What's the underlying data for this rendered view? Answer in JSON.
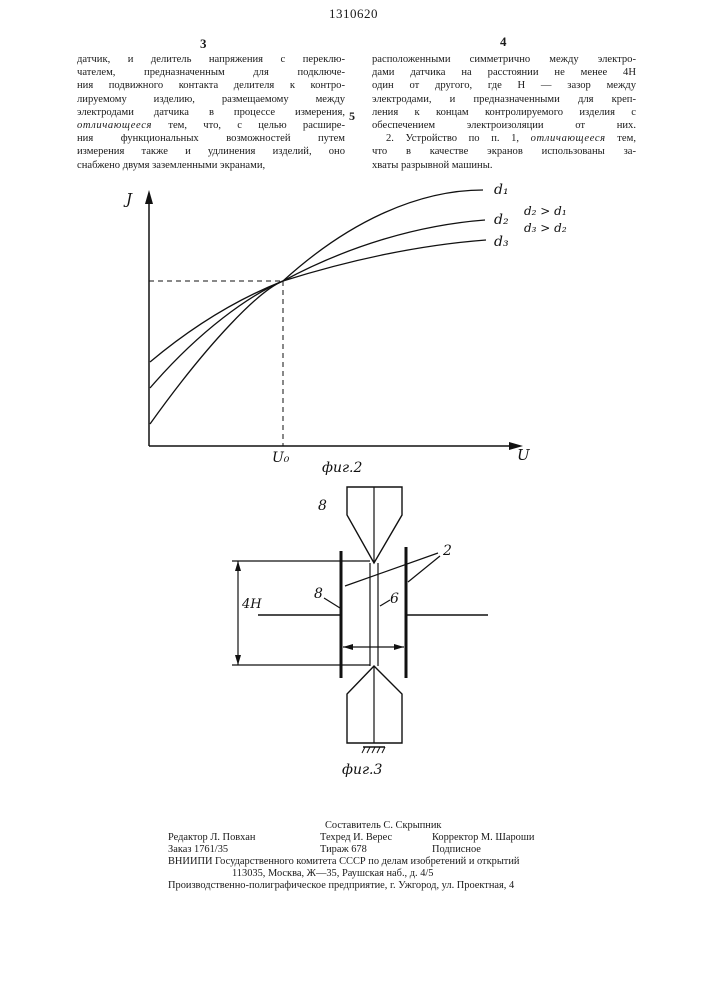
{
  "header": {
    "patent_number": "1310620",
    "col_left_number": "3",
    "col_right_number": "4",
    "line_marker": "5"
  },
  "text_left": [
    "датчик, и делитель напряжения с переклю-",
    "чателем, предназначенным для подключе-",
    "ния подвижного контакта делителя к контро-",
    "лируемому изделию, размещаемому между",
    "электродами датчика в процессе измерения,",
    "отличающееся",
    " тем, что, с целью расшире-",
    "ния функциональных возможностей путем",
    "измерения также и удлинения изделий, оно",
    "снабжено двумя заземленными экранами,"
  ],
  "text_right": [
    "расположенными симметрично между электро-",
    "дами датчика на расстоянии не менее 4Н",
    "один от другого, где Н — зазор между",
    "электродами, и предназначенными для креп-",
    "ления к концам контролируемого изделия с",
    "обеспечением электроизоляции от них.",
    "2. Устройство по п. 1, ",
    "отличающееся",
    " тем,",
    "что в качестве экранов использованы за-",
    "хваты разрывной машины."
  ],
  "fig2": {
    "caption": "фиг.2",
    "y_axis_label": "J",
    "x_axis_label": "U",
    "x_mark_label": "U₀",
    "curves": [
      {
        "name": "d₁",
        "note": ""
      },
      {
        "name": "d₂",
        "note": "d₂ > d₁"
      },
      {
        "name": "d₃",
        "note": "d₃ > d₂"
      }
    ]
  },
  "fig3": {
    "caption": "фиг.3",
    "label_8_top": "8",
    "label_8_left": "8",
    "label_6": "6",
    "label_2": "2",
    "dim_label": "4Н"
  },
  "imprint": {
    "compiler": "Составитель С. Скрыпник",
    "editor": "Редактор Л. Повхан",
    "tech": "Техред И. Верес",
    "corrector": "Корректор М. Шароши",
    "order": "Заказ 1761/35",
    "circulation": "Тираж 678",
    "subscription": "Подписное",
    "org1": "ВНИИПИ Государственного комитета СССР по делам изобретений и открытий",
    "org2": "113035, Москва, Ж—35, Раушская наб., д. 4/5",
    "org3": "Производственно-полиграфическое предприятие, г. Ужгород, ул. Проектная, 4"
  }
}
